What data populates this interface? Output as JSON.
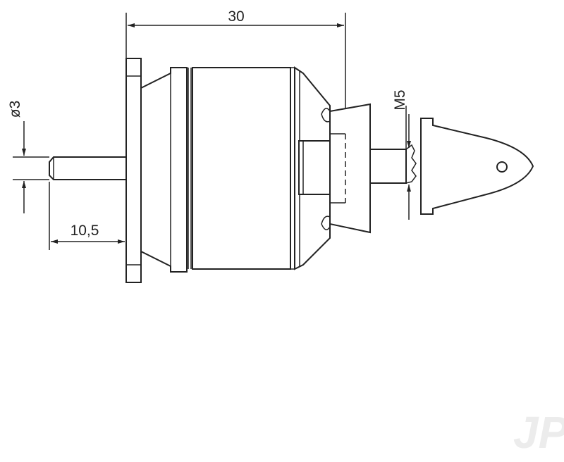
{
  "dimensions": {
    "overall_length": "30",
    "shaft_extension": "10,5",
    "shaft_diameter": "ø3",
    "prop_thread": "M5"
  },
  "watermark": {
    "text": "JP"
  },
  "colors": {
    "line": "#222222",
    "background": "#ffffff",
    "watermark": "#ececec"
  }
}
